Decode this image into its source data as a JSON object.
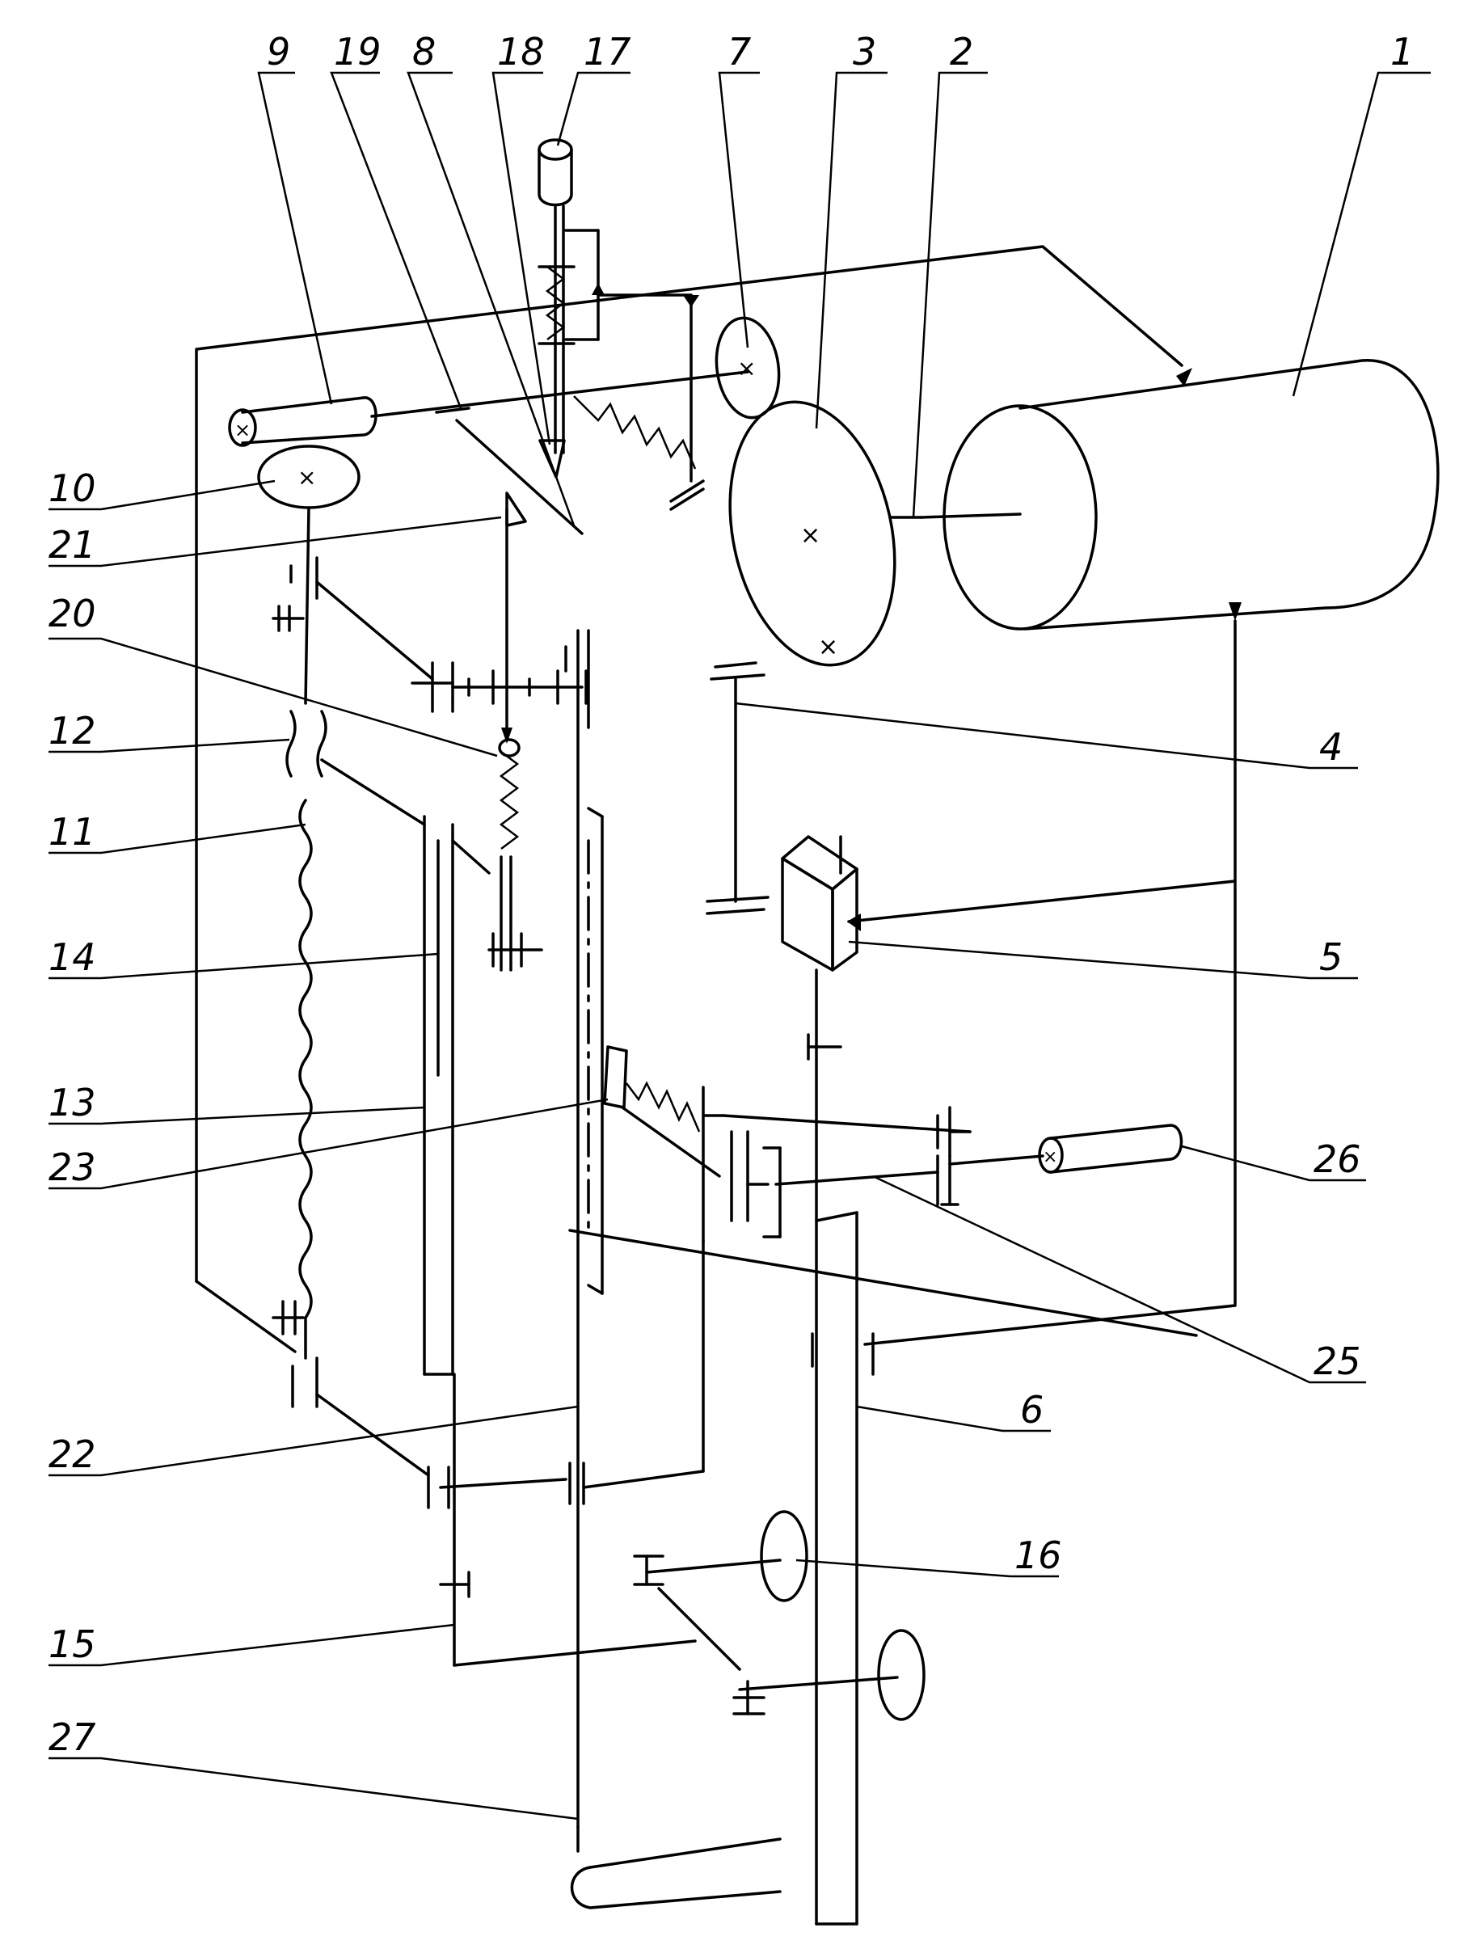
{
  "diagram": {
    "labels": {
      "l1": "1",
      "l2": "2",
      "l3": "3",
      "l4": "4",
      "l5": "5",
      "l6": "6",
      "l7": "7",
      "l8": "8",
      "l9": "9",
      "l10": "10",
      "l11": "11",
      "l12": "12",
      "l13": "13",
      "l14": "14",
      "l15": "15",
      "l16": "16",
      "l17": "17",
      "l18": "18",
      "l19": "19",
      "l20": "20",
      "l21": "21",
      "l22": "22",
      "l23": "23",
      "l25": "25",
      "l26": "26",
      "l27": "27"
    }
  }
}
